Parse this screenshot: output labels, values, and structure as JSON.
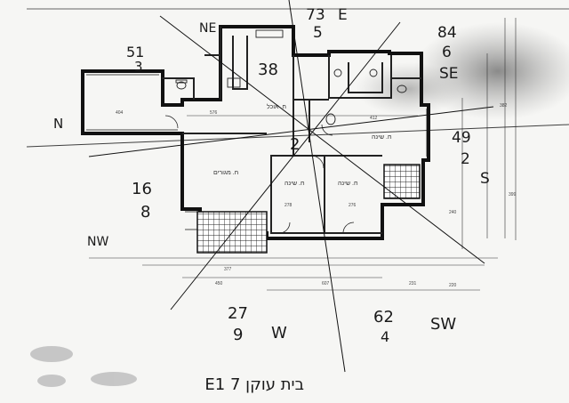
{
  "annotations": {
    "ne": {
      "label": "NE",
      "nums": [
        "73",
        "5",
        "38"
      ],
      "letter": "E"
    },
    "e": {
      "nums": [
        "84",
        "6"
      ],
      "label": "SE"
    },
    "nw_n": {
      "nums": [
        "51",
        "3"
      ],
      "label": "N"
    },
    "w": {
      "nums": [
        "16",
        "8"
      ],
      "label": "NW"
    },
    "s": {
      "nums": [
        "49",
        "2"
      ],
      "label": "S"
    },
    "sw": {
      "nums": [
        "27",
        "9"
      ],
      "label": "W"
    },
    "sww": {
      "nums": [
        "62",
        "4"
      ],
      "label": "SW"
    },
    "center": "2"
  },
  "caption": "בית עוקן 7 E1",
  "rooms": {
    "living": "ח. מגורים",
    "bed_right": "ח. שינה",
    "bed_mid": "ח. שינה",
    "bed_center": "ח. שינה",
    "kitchen": "ח. אוכל"
  },
  "dimensions": {
    "d1": "576",
    "d2": "412",
    "d3": "404",
    "d4": "377",
    "d5": "450",
    "d6": "607",
    "d7": "231",
    "d8": "220",
    "d9": "278",
    "d10": "276",
    "d11": "382",
    "d12": "399",
    "d13": "240"
  }
}
